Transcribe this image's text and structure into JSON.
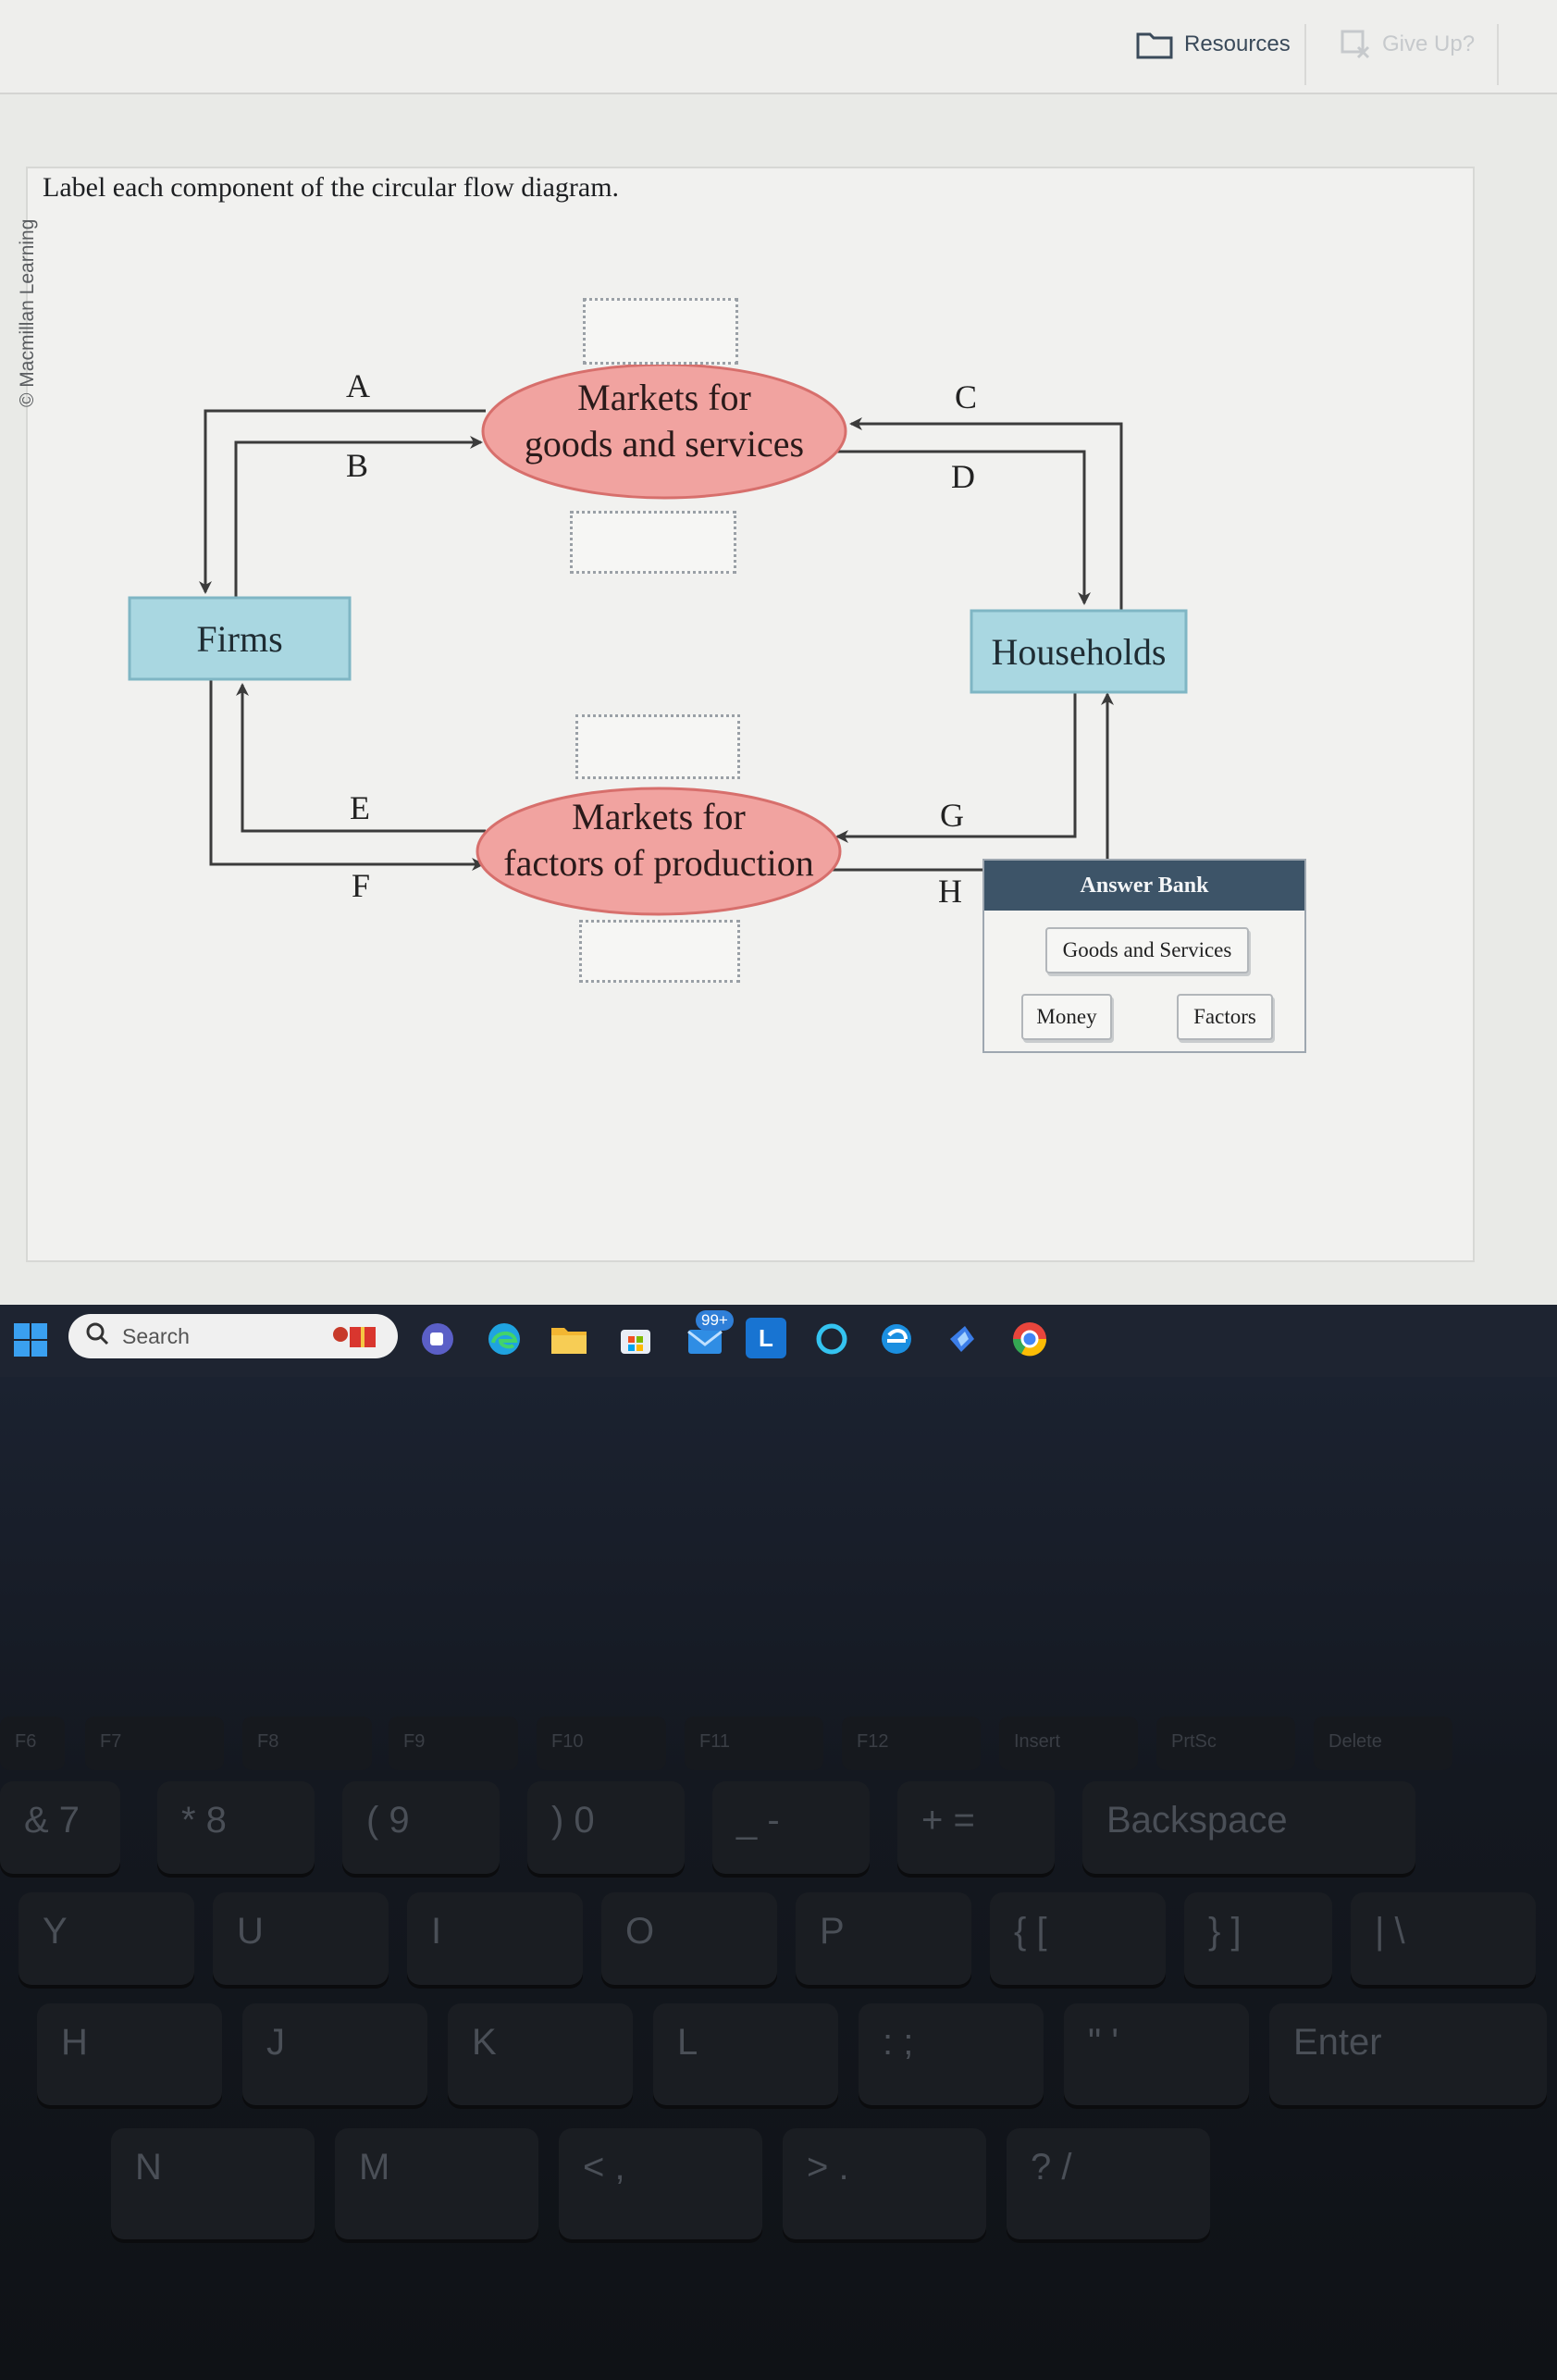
{
  "topbar": {
    "resources_label": "Resources",
    "give_up_label": "Give Up?"
  },
  "credit": "© Macmillan Learning",
  "question": "Label each component of the circular flow diagram.",
  "diagram": {
    "goods_market": [
      "Markets for",
      "goods and services"
    ],
    "factor_market": [
      "Markets for",
      "factors of production"
    ],
    "firms": "Firms",
    "households": "Households",
    "letters": {
      "a": "A",
      "b": "B",
      "c": "C",
      "d": "D",
      "e": "E",
      "f": "F",
      "g": "G",
      "h": "H"
    },
    "colors": {
      "market_fill": "#f1a3a0",
      "market_stroke": "#d76f6c",
      "agent_fill": "#a9d7e1",
      "agent_stroke": "#7fb6c4",
      "arrow": "#3b3b3b"
    }
  },
  "answer_bank": {
    "title": "Answer Bank",
    "chips": [
      "Goods and Services",
      "Money",
      "Factors"
    ],
    "header_color": "#3d5468"
  },
  "taskbar": {
    "search_placeholder": "Search",
    "mail_badge": "99+",
    "l_app_label": "L"
  },
  "keyboard": {
    "row_fn": [
      "F6",
      "F7",
      "F8",
      "F9",
      "F10",
      "F11",
      "F12",
      "Insert",
      "PrtSc",
      "Delete"
    ],
    "row_num": [
      "&\n7",
      "*\n8",
      "(\n9",
      ")\n0",
      "_\n-",
      "+\n=",
      "Backspace"
    ],
    "row_top": [
      "Y",
      "U",
      "I",
      "O",
      "P",
      "{ [",
      "} ]",
      "| \\"
    ],
    "row_home": [
      "H",
      "J",
      "K",
      "L",
      ": ;",
      "\" '",
      "Enter"
    ],
    "row_bottom": [
      "N",
      "M",
      "< ,",
      "> .",
      "? /"
    ]
  }
}
